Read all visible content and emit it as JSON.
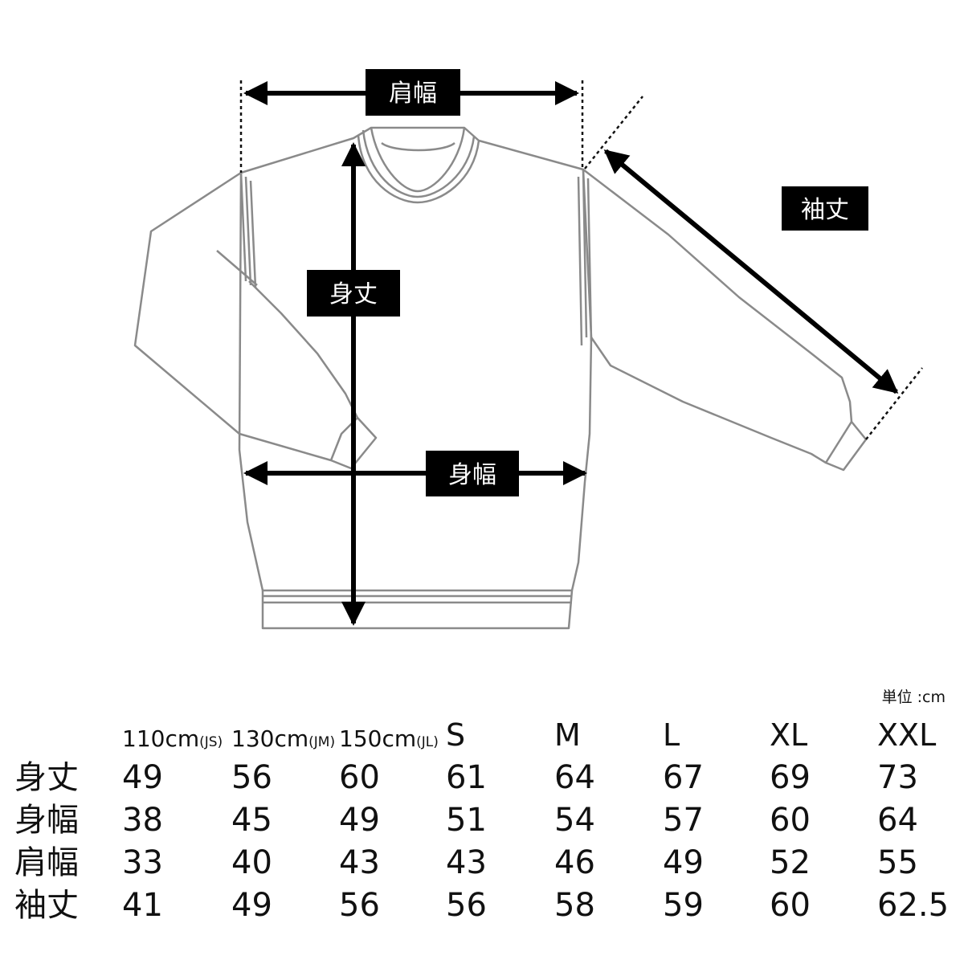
{
  "diagram": {
    "labels": {
      "shoulder_width": "肩幅",
      "sleeve_length": "袖丈",
      "body_length": "身丈",
      "body_width": "身幅"
    },
    "colors": {
      "outline": "#8a8a8a",
      "arrow": "#000000",
      "label_bg": "#000000",
      "label_text": "#ffffff"
    }
  },
  "size_table": {
    "unit": "単位 :cm",
    "columns": [
      {
        "main": "110cm",
        "sub": "(JS)"
      },
      {
        "main": "130cm",
        "sub": "(JM)"
      },
      {
        "main": "150cm",
        "sub": "(JL)"
      },
      {
        "main": "S",
        "sub": ""
      },
      {
        "main": "M",
        "sub": ""
      },
      {
        "main": "L",
        "sub": ""
      },
      {
        "main": "XL",
        "sub": ""
      },
      {
        "main": "XXL",
        "sub": ""
      }
    ],
    "rows": [
      {
        "label": "身丈",
        "values": [
          "49",
          "56",
          "60",
          "61",
          "64",
          "67",
          "69",
          "73"
        ]
      },
      {
        "label": "身幅",
        "values": [
          "38",
          "45",
          "49",
          "51",
          "54",
          "57",
          "60",
          "64"
        ]
      },
      {
        "label": "肩幅",
        "values": [
          "33",
          "40",
          "43",
          "43",
          "46",
          "49",
          "52",
          "55"
        ]
      },
      {
        "label": "袖丈",
        "values": [
          "41",
          "49",
          "56",
          "56",
          "58",
          "59",
          "60",
          "62.5"
        ]
      }
    ]
  }
}
